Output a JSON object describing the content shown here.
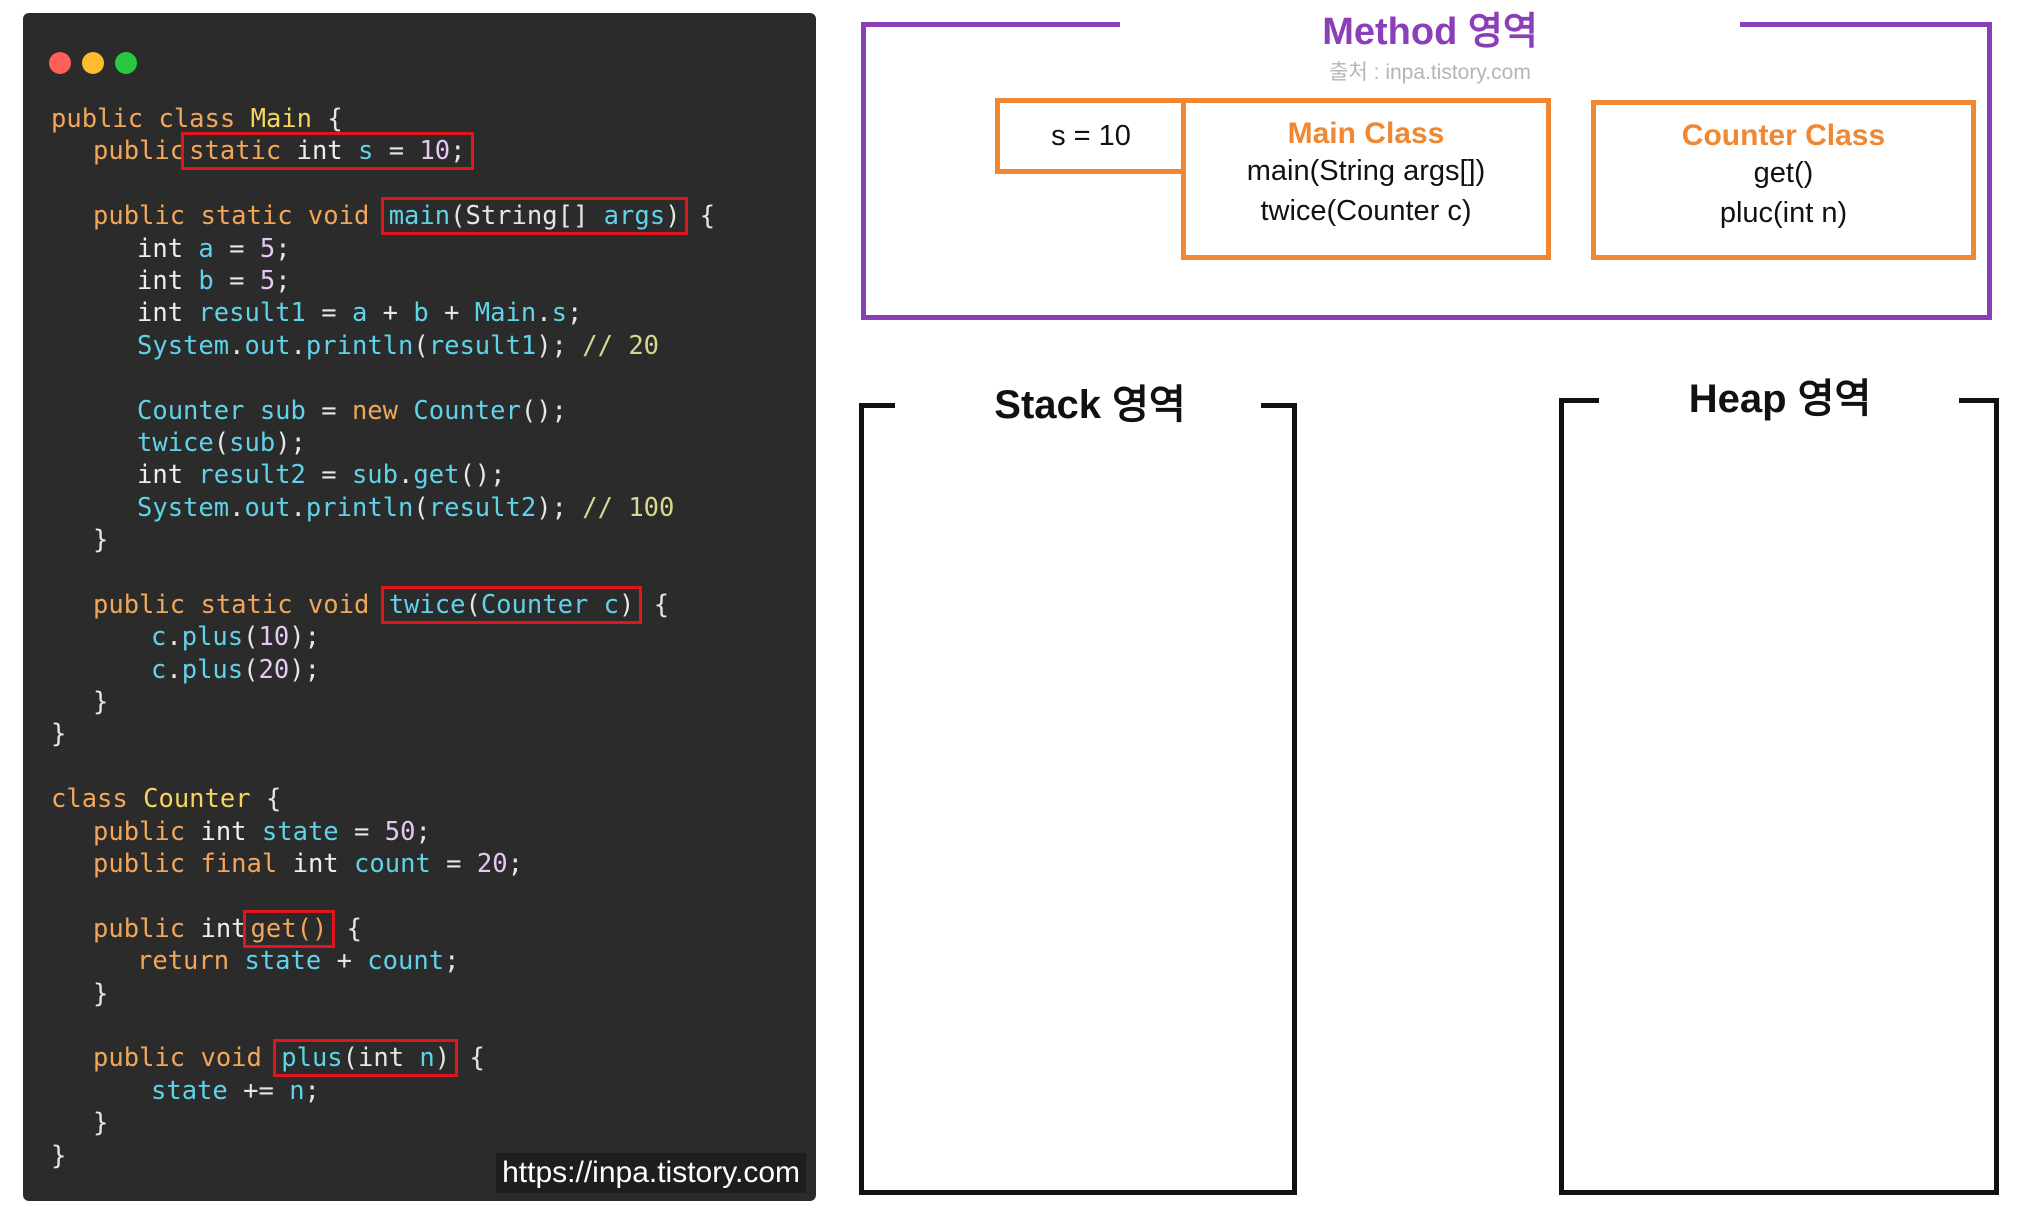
{
  "code_panel": {
    "window_dots": [
      {
        "name": "close",
        "color": "#ff5f57"
      },
      {
        "name": "minimize",
        "color": "#febc2e"
      },
      {
        "name": "maximize",
        "color": "#28c840"
      }
    ],
    "lines": [
      {
        "indent": 0,
        "tokens": [
          {
            "t": "public class ",
            "c": "kw"
          },
          {
            "t": "Main",
            "c": "cls"
          },
          {
            "t": " {",
            "c": "pl"
          }
        ]
      },
      {
        "indent": 1,
        "tokens": [
          {
            "t": "public",
            "c": "kw"
          },
          {
            "t": "static ",
            "c": "kw",
            "box": true,
            "g": 1
          },
          {
            "t": "int ",
            "c": "ty",
            "g": 1
          },
          {
            "t": "s ",
            "c": "id",
            "g": 1
          },
          {
            "t": "= ",
            "c": "pl",
            "g": 1
          },
          {
            "t": "10",
            "c": "num",
            "g": 1
          },
          {
            "t": ";",
            "c": "pl",
            "g": 1
          }
        ]
      },
      {
        "indent": 0,
        "tokens": []
      },
      {
        "indent": 1,
        "tokens": [
          {
            "t": "public static void ",
            "c": "kw"
          },
          {
            "t": "main",
            "c": "id",
            "g": 2
          },
          {
            "t": "(String[] ",
            "c": "pl",
            "g": 2
          },
          {
            "t": "args",
            "c": "id",
            "g": 2
          },
          {
            "t": ")",
            "c": "pl",
            "g": 2
          },
          {
            "t": " {",
            "c": "pl"
          }
        ]
      },
      {
        "indent": 2,
        "tokens": [
          {
            "t": "int ",
            "c": "ty"
          },
          {
            "t": "a",
            "c": "id"
          },
          {
            "t": " = ",
            "c": "pl"
          },
          {
            "t": "5",
            "c": "num"
          },
          {
            "t": ";",
            "c": "pl"
          }
        ]
      },
      {
        "indent": 2,
        "tokens": [
          {
            "t": "int ",
            "c": "ty"
          },
          {
            "t": "b",
            "c": "id"
          },
          {
            "t": " = ",
            "c": "pl"
          },
          {
            "t": "5",
            "c": "num"
          },
          {
            "t": ";",
            "c": "pl"
          }
        ]
      },
      {
        "indent": 2,
        "tokens": [
          {
            "t": "int ",
            "c": "ty"
          },
          {
            "t": "result1",
            "c": "id"
          },
          {
            "t": " = ",
            "c": "pl"
          },
          {
            "t": "a",
            "c": "id"
          },
          {
            "t": " + ",
            "c": "pl"
          },
          {
            "t": "b",
            "c": "id"
          },
          {
            "t": " + ",
            "c": "pl"
          },
          {
            "t": "Main",
            "c": "id"
          },
          {
            "t": ".",
            "c": "pl"
          },
          {
            "t": "s",
            "c": "id"
          },
          {
            "t": ";",
            "c": "pl"
          }
        ]
      },
      {
        "indent": 2,
        "tokens": [
          {
            "t": "System",
            "c": "id"
          },
          {
            "t": ".",
            "c": "pl"
          },
          {
            "t": "out",
            "c": "id"
          },
          {
            "t": ".",
            "c": "pl"
          },
          {
            "t": "println",
            "c": "id"
          },
          {
            "t": "(",
            "c": "pl"
          },
          {
            "t": "result1",
            "c": "id"
          },
          {
            "t": "); ",
            "c": "pl"
          },
          {
            "t": "// 20",
            "c": "cm"
          }
        ]
      },
      {
        "indent": 0,
        "tokens": []
      },
      {
        "indent": 2,
        "tokens": [
          {
            "t": "Counter",
            "c": "id"
          },
          {
            "t": " ",
            "c": "pl"
          },
          {
            "t": "sub",
            "c": "id"
          },
          {
            "t": " = ",
            "c": "pl"
          },
          {
            "t": "new ",
            "c": "kw"
          },
          {
            "t": "Counter",
            "c": "id"
          },
          {
            "t": "();",
            "c": "pl"
          }
        ]
      },
      {
        "indent": 2,
        "tokens": [
          {
            "t": "twice",
            "c": "id"
          },
          {
            "t": "(",
            "c": "pl"
          },
          {
            "t": "sub",
            "c": "id"
          },
          {
            "t": ");",
            "c": "pl"
          }
        ]
      },
      {
        "indent": 2,
        "tokens": [
          {
            "t": "int ",
            "c": "ty"
          },
          {
            "t": "result2",
            "c": "id"
          },
          {
            "t": " = ",
            "c": "pl"
          },
          {
            "t": "sub",
            "c": "id"
          },
          {
            "t": ".",
            "c": "pl"
          },
          {
            "t": "get",
            "c": "id"
          },
          {
            "t": "();",
            "c": "pl"
          }
        ]
      },
      {
        "indent": 2,
        "tokens": [
          {
            "t": "System",
            "c": "id"
          },
          {
            "t": ".",
            "c": "pl"
          },
          {
            "t": "out",
            "c": "id"
          },
          {
            "t": ".",
            "c": "pl"
          },
          {
            "t": "println",
            "c": "id"
          },
          {
            "t": "(",
            "c": "pl"
          },
          {
            "t": "result2",
            "c": "id"
          },
          {
            "t": "); ",
            "c": "pl"
          },
          {
            "t": "// 100",
            "c": "cm"
          }
        ]
      },
      {
        "indent": 1,
        "tokens": [
          {
            "t": "}",
            "c": "pl"
          }
        ]
      },
      {
        "indent": 0,
        "tokens": []
      },
      {
        "indent": 1,
        "tokens": [
          {
            "t": "public static void ",
            "c": "kw"
          },
          {
            "t": "twice",
            "c": "id",
            "g": 3
          },
          {
            "t": "(",
            "c": "pl",
            "g": 3
          },
          {
            "t": "Counter",
            "c": "id",
            "g": 3
          },
          {
            "t": " ",
            "c": "pl",
            "g": 3
          },
          {
            "t": "c",
            "c": "id",
            "g": 3
          },
          {
            "t": ")",
            "c": "pl",
            "g": 3
          },
          {
            "t": " {",
            "c": "pl"
          }
        ]
      },
      {
        "indent": 3,
        "tokens": [
          {
            "t": "c",
            "c": "id"
          },
          {
            "t": ".",
            "c": "pl"
          },
          {
            "t": "plus",
            "c": "id"
          },
          {
            "t": "(",
            "c": "pl"
          },
          {
            "t": "10",
            "c": "num"
          },
          {
            "t": ");",
            "c": "pl"
          }
        ]
      },
      {
        "indent": 3,
        "tokens": [
          {
            "t": "c",
            "c": "id"
          },
          {
            "t": ".",
            "c": "pl"
          },
          {
            "t": "plus",
            "c": "id"
          },
          {
            "t": "(",
            "c": "pl"
          },
          {
            "t": "20",
            "c": "num"
          },
          {
            "t": ");",
            "c": "pl"
          }
        ]
      },
      {
        "indent": 1,
        "tokens": [
          {
            "t": "}",
            "c": "pl"
          }
        ]
      },
      {
        "indent": 0,
        "tokens": [
          {
            "t": "}",
            "c": "pl"
          }
        ]
      },
      {
        "indent": 0,
        "tokens": []
      },
      {
        "indent": 0,
        "tokens": [
          {
            "t": "class ",
            "c": "kw"
          },
          {
            "t": "Counter",
            "c": "cls"
          },
          {
            "t": " {",
            "c": "pl"
          }
        ]
      },
      {
        "indent": 1,
        "tokens": [
          {
            "t": "public ",
            "c": "kw"
          },
          {
            "t": "int ",
            "c": "ty"
          },
          {
            "t": "state",
            "c": "id"
          },
          {
            "t": " = ",
            "c": "pl"
          },
          {
            "t": "50",
            "c": "num"
          },
          {
            "t": ";",
            "c": "pl"
          }
        ]
      },
      {
        "indent": 1,
        "tokens": [
          {
            "t": "public final ",
            "c": "kw"
          },
          {
            "t": "int ",
            "c": "ty"
          },
          {
            "t": "count",
            "c": "id"
          },
          {
            "t": " = ",
            "c": "pl"
          },
          {
            "t": "20",
            "c": "num"
          },
          {
            "t": ";",
            "c": "pl"
          }
        ]
      },
      {
        "indent": 0,
        "tokens": []
      },
      {
        "indent": 1,
        "tokens": [
          {
            "t": "public ",
            "c": "kw"
          },
          {
            "t": "int",
            "c": "ty"
          },
          {
            "t": "get()",
            "c": "kw",
            "g": 4
          },
          {
            "t": " {",
            "c": "pl"
          }
        ]
      },
      {
        "indent": 2,
        "tokens": [
          {
            "t": "return ",
            "c": "kw"
          },
          {
            "t": "state",
            "c": "id"
          },
          {
            "t": " + ",
            "c": "pl"
          },
          {
            "t": "count",
            "c": "id"
          },
          {
            "t": ";",
            "c": "pl"
          }
        ]
      },
      {
        "indent": 1,
        "tokens": [
          {
            "t": "}",
            "c": "pl"
          }
        ]
      },
      {
        "indent": 0,
        "tokens": []
      },
      {
        "indent": 1,
        "tokens": [
          {
            "t": "public void ",
            "c": "kw"
          },
          {
            "t": "plus",
            "c": "id",
            "g": 5
          },
          {
            "t": "(int ",
            "c": "pl",
            "g": 5
          },
          {
            "t": "n",
            "c": "id",
            "g": 5
          },
          {
            "t": ")",
            "c": "pl",
            "g": 5
          },
          {
            "t": " {",
            "c": "pl"
          }
        ]
      },
      {
        "indent": 3,
        "tokens": [
          {
            "t": "state",
            "c": "id"
          },
          {
            "t": " += ",
            "c": "pl"
          },
          {
            "t": "n",
            "c": "id"
          },
          {
            "t": ";",
            "c": "pl"
          }
        ]
      },
      {
        "indent": 1,
        "tokens": [
          {
            "t": "}",
            "c": "pl"
          }
        ]
      },
      {
        "indent": 0,
        "tokens": [
          {
            "t": "}",
            "c": "pl"
          }
        ]
      }
    ],
    "watermark": "https://inpa.tistory.com"
  },
  "method_area": {
    "title": "Method 영역",
    "source": "출처 : inpa.tistory.com",
    "static_var": "s = 10",
    "main_class": {
      "title": "Main Class",
      "methods": [
        "main(String args[])",
        "twice(Counter c)"
      ]
    },
    "counter_class": {
      "title": "Counter Class",
      "methods": [
        "get()",
        "pluc(int n)"
      ]
    }
  },
  "stack_area": {
    "title": "Stack 영역"
  },
  "heap_area": {
    "title": "Heap 영역"
  },
  "colors": {
    "method_border": "#8a3fb8",
    "class_box_border": "#f08732",
    "highlight_box": "#e0161c",
    "code_background": "#2b2b2b"
  }
}
